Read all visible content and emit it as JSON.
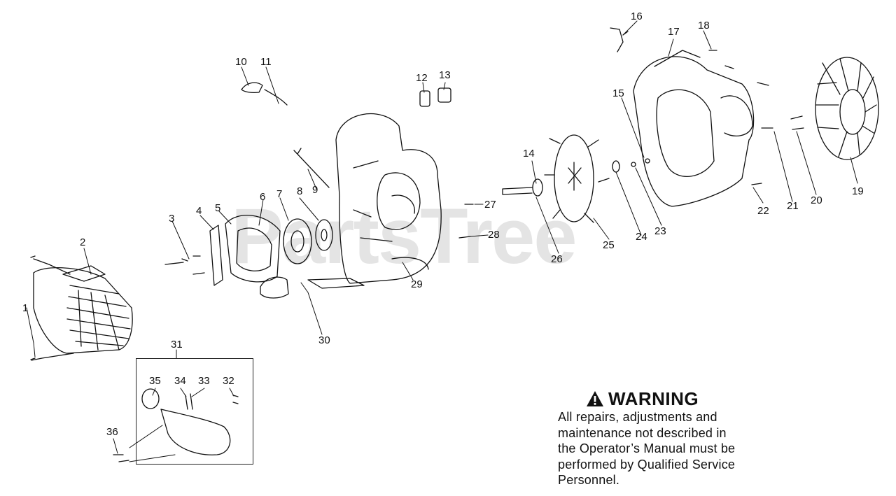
{
  "diagram": {
    "watermark": "PartsTree",
    "callouts": [
      "1",
      "2",
      "3",
      "4",
      "5",
      "6",
      "7",
      "8",
      "9",
      "10",
      "11",
      "12",
      "13",
      "14",
      "15",
      "16",
      "17",
      "18",
      "19",
      "20",
      "21",
      "22",
      "23",
      "24",
      "25",
      "26",
      "27",
      "28",
      "29",
      "30",
      "31",
      "32",
      "33",
      "34",
      "35",
      "36"
    ]
  },
  "warning": {
    "title": "WARNING",
    "lines": [
      "All repairs, adjustments and",
      "maintenance not described in",
      "the Operator’s Manual must be",
      "performed by Qualified Service",
      "Personnel."
    ]
  },
  "colors": {
    "ink": "#111111",
    "watermark": "#cfcfcf",
    "background": "#ffffff"
  }
}
